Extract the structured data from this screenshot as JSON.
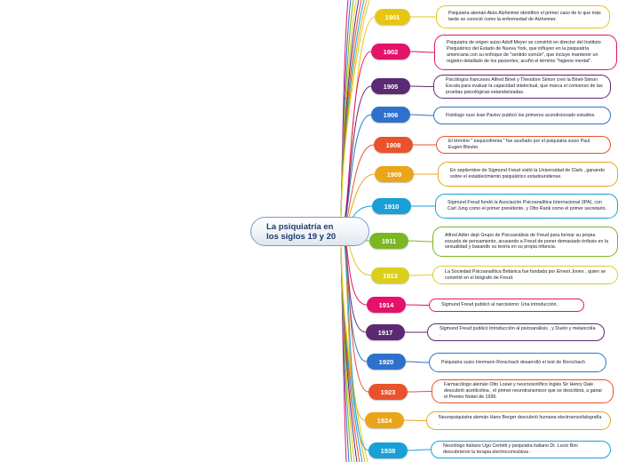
{
  "central": {
    "title": "La psiquiatría en\nlos siglos 19 y 20"
  },
  "events": [
    {
      "year": "1901",
      "color": "#e7c613",
      "text": "Psiquiatra alemán Alois Alzheimer identificó el primer caso de lo que más tarde se conoció como la enfermedad de Alzheimer."
    },
    {
      "year": "1902",
      "color": "#e4126a",
      "text": "Psiquiatra de origen suizo Adolf Meyer se convirtió en director del Instituto Psiquiátrico del Estado de Nueva York, que influyen en la psiquiatría americana con su enfoque de \"sentido común\", que incluye mantener un registro detallado de los pacientes; acuñó el término \"higiene mental\"."
    },
    {
      "year": "1905",
      "color": "#5b2a72",
      "text": "Psicólogos franceses Alfred Binet y Theodore Simon creó la Binet-Simon Escala para evaluar la capacidad intelectual, que marca el comienzo de las pruebas psicológicas estandarizadas."
    },
    {
      "year": "1906",
      "color": "#2e71cc",
      "text": "Fisiólogo ruso Ivan Pavlov publicó los primeros acondicionado estudios."
    },
    {
      "year": "1908",
      "color": "#e8532c",
      "text": "El término \" esquizofrenia \" fue acuñado por el psiquiatra suizo Paul Eugen Bleuler."
    },
    {
      "year": "1909",
      "color": "#eba51a",
      "text": "En septiembre de Sigmund Freud visitó la Universidad de Clark , ganando sobre el establecimiento psiquiátrico estadounidense."
    },
    {
      "year": "1910",
      "color": "#1aa0d8",
      "text": "Sigmund Freud fundó la Asociación Psicoanalítica Internacional (IPA), con Carl Jung como el primer presidente, y Otto Rank como el primer secretario."
    },
    {
      "year": "1911",
      "color": "#7bb624",
      "text": "Alfred Adler dejó Grupo de Psicoanálisis de Freud para formar su propia escuela de pensamiento, acusando a Freud de poner demasiado énfasis en la sexualidad y basando su teoría en su propia infancia."
    },
    {
      "year": "1913",
      "color": "#dacf1e",
      "text": "La Sociedad Psicoanalítica Británica fue fundada por Ernest Jones , quien se convirtió en el biógrafo de Freud."
    },
    {
      "year": "1914",
      "color": "#e4126a",
      "text": "Sigmund Freud publicó al narcisismo: Una introducción ."
    },
    {
      "year": "1917",
      "color": "#5b2a72",
      "text": "Sigmund Freud publicó Introducción al psicoanálisis , y Duelo y melancolía ."
    },
    {
      "year": "1920",
      "color": "#2e71cc",
      "text": "Psiquiatra suizo Hermann Rorschach desarrolló el test de Rorschach"
    },
    {
      "year": "1923",
      "color": "#e8532c",
      "text": "Farmacólogo alemán Otto Loewi y neurocientífico Inglés Sir Henry Dale descubrió acetilcolina , el primer neurotransmisor que se describirá, a ganar el Premio Nobel de 1936."
    },
    {
      "year": "1924",
      "color": "#eba51a",
      "text": "Neuropsiquiatra alemán Hans Berger descubrió humana electroencefalografía ."
    },
    {
      "year": "1938",
      "color": "#1aa0d8",
      "text": "Neurólogo italiano Ugo Cerletti y psiquiatra italiano Dr. Lucio Bini descubrieron la terapia electroconvulsiva ."
    }
  ]
}
